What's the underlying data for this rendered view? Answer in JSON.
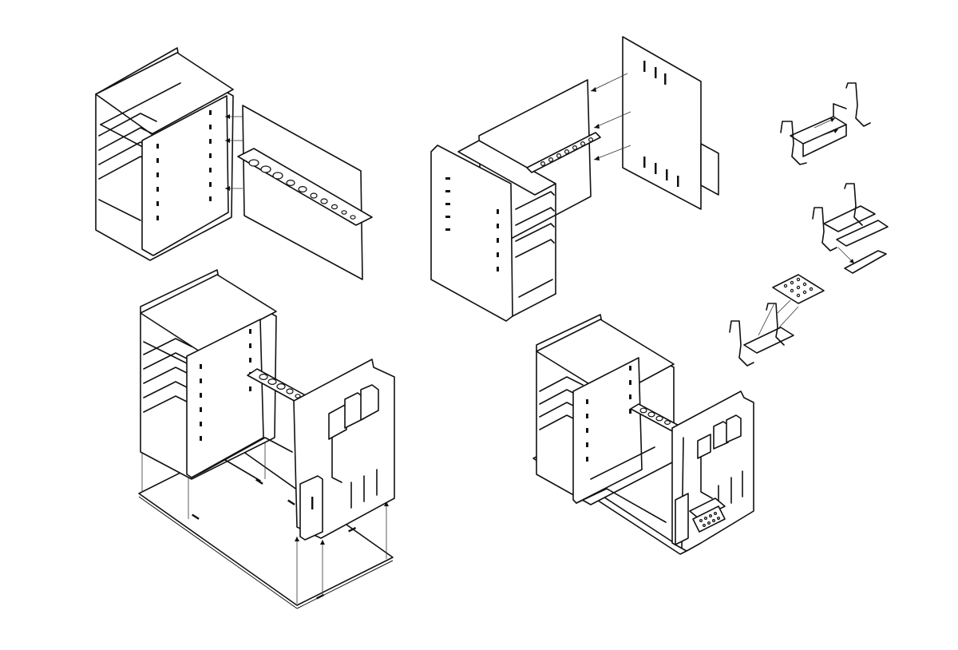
{
  "figure": {
    "caption": "",
    "line_color": "#111111",
    "background": "#ffffff"
  },
  "steps": [
    {
      "id": "step-1",
      "description": ""
    },
    {
      "id": "step-2",
      "description": ""
    },
    {
      "id": "step-3",
      "description": ""
    },
    {
      "id": "step-4",
      "description": ""
    },
    {
      "id": "detail-bracket-1",
      "description": ""
    },
    {
      "id": "detail-bracket-2",
      "description": ""
    },
    {
      "id": "detail-bracket-3",
      "description": ""
    }
  ]
}
